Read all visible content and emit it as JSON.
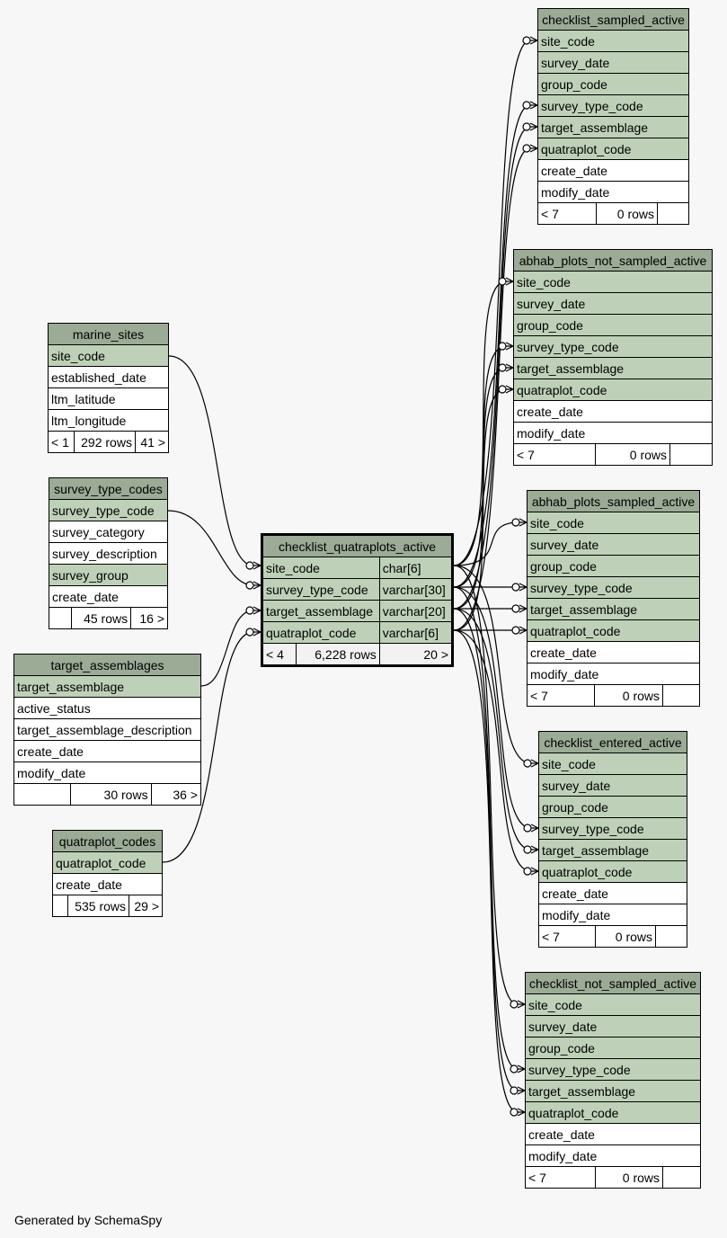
{
  "footer": "Generated by SchemaSpy",
  "central": {
    "name": "checklist_quatraplots_active",
    "columns": [
      {
        "name": "site_code",
        "type": "char[6]"
      },
      {
        "name": "survey_type_code",
        "type": "varchar[30]"
      },
      {
        "name": "target_assemblage",
        "type": "varchar[20]"
      },
      {
        "name": "quatraplot_code",
        "type": "varchar[6]"
      }
    ],
    "parents": "< 4",
    "rows": "6,228 rows",
    "children": "20 >"
  },
  "parents": {
    "marine_sites": {
      "name": "marine_sites",
      "columns": [
        "site_code",
        "established_date",
        "ltm_latitude",
        "ltm_longitude"
      ],
      "parents": "< 1",
      "rows": "292 rows",
      "children": "41 >"
    },
    "survey_type_codes": {
      "name": "survey_type_codes",
      "columns": [
        "survey_type_code",
        "survey_category",
        "survey_description",
        "survey_group",
        "create_date"
      ],
      "parents": "",
      "rows": "45 rows",
      "children": "16 >"
    },
    "target_assemblages": {
      "name": "target_assemblages",
      "columns": [
        "target_assemblage",
        "active_status",
        "target_assemblage_description",
        "create_date",
        "modify_date"
      ],
      "parents": "",
      "rows": "30 rows",
      "children": "36 >"
    },
    "quatraplot_codes": {
      "name": "quatraplot_codes",
      "columns": [
        "quatraplot_code",
        "create_date"
      ],
      "parents": "",
      "rows": "535 rows",
      "children": "29 >"
    }
  },
  "children": {
    "checklist_sampled_active": {
      "name": "checklist_sampled_active",
      "columns": [
        "site_code",
        "survey_date",
        "group_code",
        "survey_type_code",
        "target_assemblage",
        "quatraplot_code",
        "create_date",
        "modify_date"
      ],
      "parents": "< 7",
      "rows": "0 rows",
      "children": ""
    },
    "abhab_plots_not_sampled_active": {
      "name": "abhab_plots_not_sampled_active",
      "columns": [
        "site_code",
        "survey_date",
        "group_code",
        "survey_type_code",
        "target_assemblage",
        "quatraplot_code",
        "create_date",
        "modify_date"
      ],
      "parents": "< 7",
      "rows": "0 rows",
      "children": ""
    },
    "abhab_plots_sampled_active": {
      "name": "abhab_plots_sampled_active",
      "columns": [
        "site_code",
        "survey_date",
        "group_code",
        "survey_type_code",
        "target_assemblage",
        "quatraplot_code",
        "create_date",
        "modify_date"
      ],
      "parents": "< 7",
      "rows": "0 rows",
      "children": ""
    },
    "checklist_entered_active": {
      "name": "checklist_entered_active",
      "columns": [
        "site_code",
        "survey_date",
        "group_code",
        "survey_type_code",
        "target_assemblage",
        "quatraplot_code",
        "create_date",
        "modify_date"
      ],
      "parents": "< 7",
      "rows": "0 rows",
      "children": ""
    },
    "checklist_not_sampled_active": {
      "name": "checklist_not_sampled_active",
      "columns": [
        "site_code",
        "survey_date",
        "group_code",
        "survey_type_code",
        "target_assemblage",
        "quatraplot_code",
        "create_date",
        "modify_date"
      ],
      "parents": "< 7",
      "rows": "0 rows",
      "children": ""
    }
  }
}
